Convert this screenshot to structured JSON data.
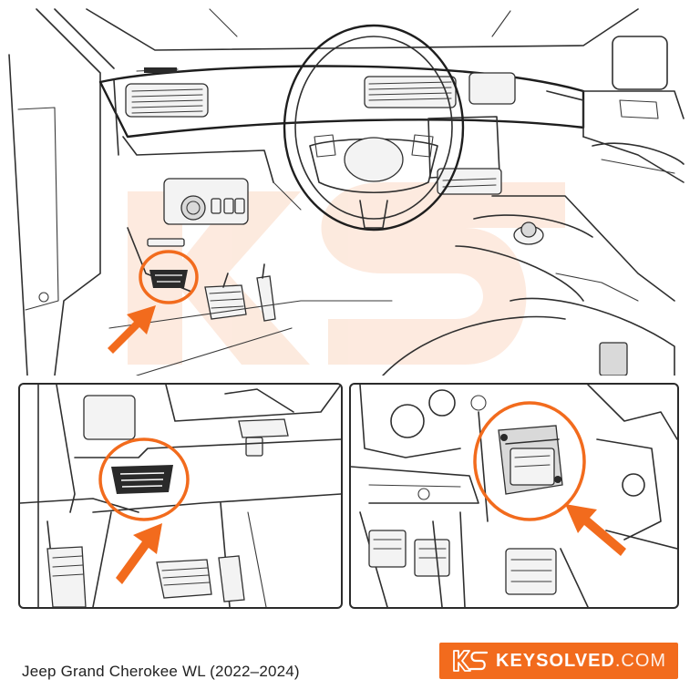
{
  "caption": "Jeep Grand Cherokee WL (2022–2024)",
  "brand": {
    "name_bold": "KEYSOLVED",
    "name_light": ".COM",
    "mark": "KS",
    "background": "#f26b1d",
    "text_color": "#ffffff"
  },
  "accent_color": "#f26b1d",
  "watermark_color": "#fbd9c4",
  "panels": {
    "main": "driver-footwell-overview",
    "left_detail": "obd-port-closeup",
    "right_detail": "module-closeup"
  },
  "icons": {
    "arrow": "arrow-icon",
    "callout": "callout-circle-icon"
  }
}
